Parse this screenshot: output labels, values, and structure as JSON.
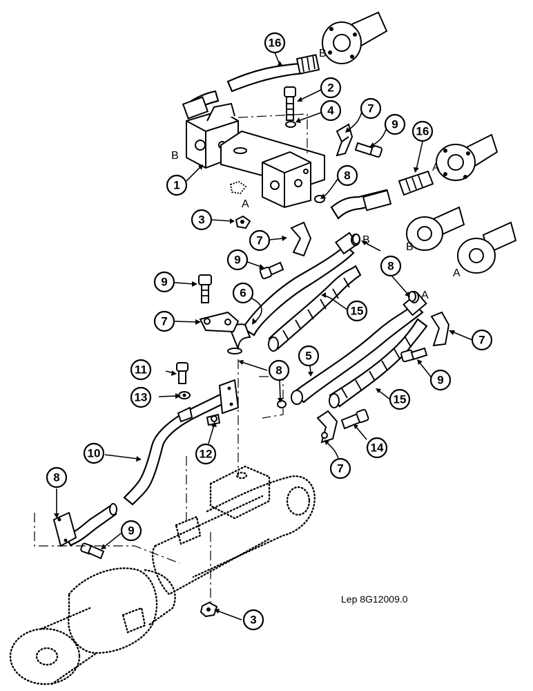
{
  "diagram": {
    "reference_code": "Lep 8G12009.0",
    "port_labels": {
      "a": "A",
      "b": "B"
    },
    "callouts": [
      {
        "id": "c16a",
        "number": "16"
      },
      {
        "id": "c2",
        "number": "2"
      },
      {
        "id": "c4",
        "number": "4"
      },
      {
        "id": "c7a",
        "number": "7"
      },
      {
        "id": "c9a",
        "number": "9"
      },
      {
        "id": "c16b",
        "number": "16"
      },
      {
        "id": "c1",
        "number": "1"
      },
      {
        "id": "c8a",
        "number": "8"
      },
      {
        "id": "c3a",
        "number": "3"
      },
      {
        "id": "c7b",
        "number": "7"
      },
      {
        "id": "c9b",
        "number": "9"
      },
      {
        "id": "c8b",
        "number": "8"
      },
      {
        "id": "c9c",
        "number": "9"
      },
      {
        "id": "c6",
        "number": "6"
      },
      {
        "id": "c15a",
        "number": "15"
      },
      {
        "id": "c7c",
        "number": "7"
      },
      {
        "id": "c7d",
        "number": "7"
      },
      {
        "id": "c11",
        "number": "11"
      },
      {
        "id": "c8c",
        "number": "8"
      },
      {
        "id": "c5",
        "number": "5"
      },
      {
        "id": "c9d",
        "number": "9"
      },
      {
        "id": "c13",
        "number": "13"
      },
      {
        "id": "c15b",
        "number": "15"
      },
      {
        "id": "c10",
        "number": "10"
      },
      {
        "id": "c12",
        "number": "12"
      },
      {
        "id": "c14",
        "number": "14"
      },
      {
        "id": "c7e",
        "number": "7"
      },
      {
        "id": "c8d",
        "number": "8"
      },
      {
        "id": "c9e",
        "number": "9"
      },
      {
        "id": "c3b",
        "number": "3"
      }
    ]
  }
}
